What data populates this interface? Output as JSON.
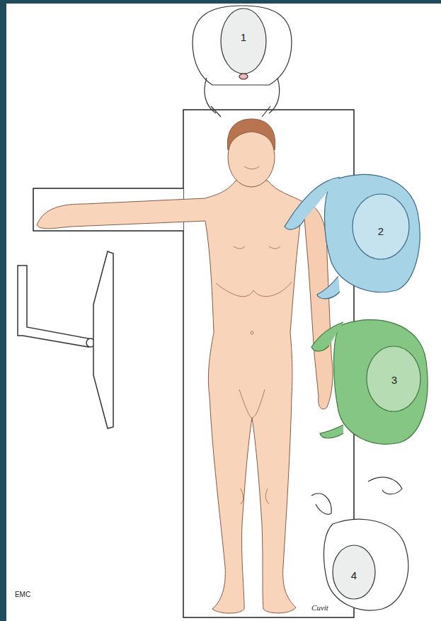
{
  "diagram": {
    "labels": [
      "1",
      "2",
      "3",
      "4",
      "EMC",
      "Cuvit"
    ]
  }
}
